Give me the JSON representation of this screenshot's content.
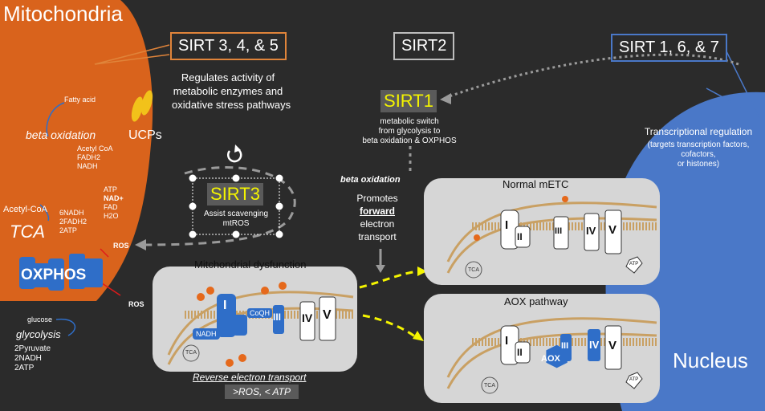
{
  "title": "Mitochondria",
  "sirt_groups": {
    "mito": "SIRT 3, 4, & 5",
    "cyto": "SIRT2",
    "nuclear": "SIRT 1, 6, & 7"
  },
  "mito_desc": [
    "Regulates activity of",
    "metabolic enzymes and",
    "oxidative stress pathways"
  ],
  "sirt1": {
    "label": "SIRT1",
    "desc": [
      "metabolic switch",
      "from glycolysis to",
      "beta oxidation & OXPHOS"
    ]
  },
  "sirt3": {
    "label": "SIRT3",
    "desc": [
      "Assist scavenging",
      "mtROS"
    ]
  },
  "nucleus": {
    "label": "Nucleus",
    "reg_title": "Transcriptional regulation",
    "reg_sub": [
      "(targets transcription factors,",
      "cofactors,",
      "or histones)"
    ]
  },
  "mito_labels": {
    "fatty_acid": "Fatty acid",
    "beta_oxidation": "beta oxidation",
    "beta_products": [
      "Acetyl CoA",
      "FADH2",
      "NADH"
    ],
    "ucps": "UCPs",
    "acetyl_coa": "Acetyl-CoA",
    "tca": "TCA",
    "tca_products": [
      "6NADH",
      "2FADH2",
      "2ATP"
    ],
    "oxphos_outputs": [
      "ATP",
      "NAD+",
      "FAD",
      "H2O"
    ],
    "ros": "ROS",
    "oxphos": "OXPHOS",
    "ros_out": "ROS"
  },
  "glycolysis": {
    "glucose": "glucose",
    "label": "glycolysis",
    "products": [
      "2Pyruvate",
      "2NADH",
      "2ATP"
    ]
  },
  "forward": {
    "beta": "beta oxidation",
    "promotes": "Promotes",
    "forward": "forward",
    "electron": "electron",
    "transport": "transport"
  },
  "panels": {
    "dysfunction": "Mitchondrial dysfunction",
    "normal": "Normal mETC",
    "aox": "AOX pathway"
  },
  "complexes": {
    "c1": "I",
    "c2": "II",
    "c3": "III",
    "c4": "IV",
    "c5": "V",
    "coqh": "CoQH",
    "nadh": "NADH",
    "aox": "AOX",
    "tca_small": "TCA",
    "atp_small": "ATP"
  },
  "reverse": {
    "label": "Reverse electron transport",
    "sub": ">ROS, < ATP"
  },
  "colors": {
    "mito_orange": "#d9631c",
    "nucleus_blue": "#4a78c8",
    "sirt_highlight": "#f4f400",
    "panel_gray": "#d6d6d6",
    "arrow_yellow": "#f4f400",
    "complex_blue": "#2f6ec8"
  }
}
